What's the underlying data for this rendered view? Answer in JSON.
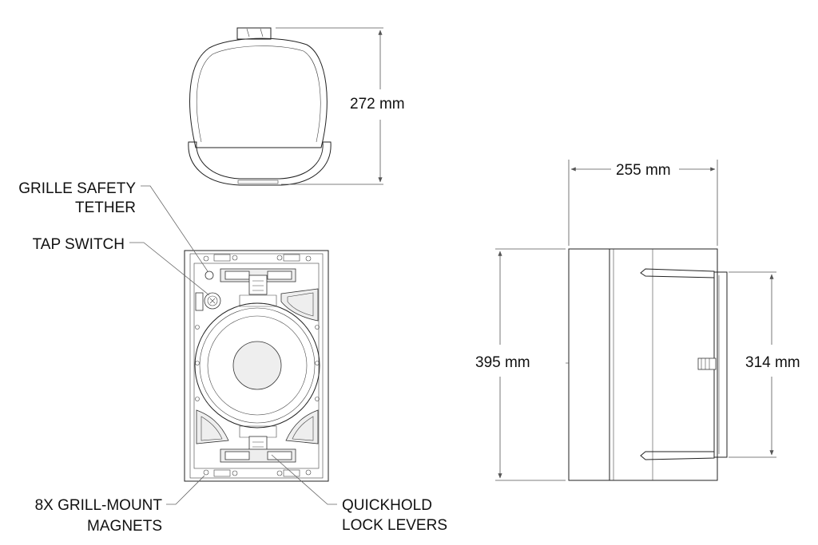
{
  "dimensions": {
    "depth": "272 mm",
    "width": "255 mm",
    "height": "395 mm",
    "inner_height": "314 mm"
  },
  "callouts": {
    "grille_safety_tether": [
      "GRILLE SAFETY",
      "TETHER"
    ],
    "tap_switch": "TAP SWITCH",
    "grill_mount_magnets": [
      "8X GRILL-MOUNT",
      "MAGNETS"
    ],
    "quickhold_lock_levers": [
      "QUICKHOLD",
      "LOCK LEVERS"
    ]
  },
  "colors": {
    "line": "#222222",
    "background": "#ffffff"
  }
}
